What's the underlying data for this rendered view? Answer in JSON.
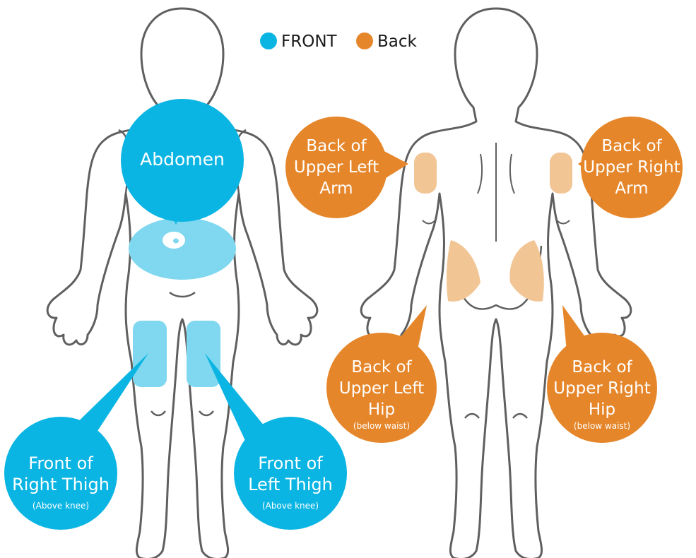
{
  "legend": [
    {
      "label": "FRONT",
      "color": "#0bb5e3"
    },
    {
      "label": "Back",
      "color": "#e6862a"
    }
  ],
  "colors": {
    "front_zone": "#7fd8f0",
    "back_zone": "#f2c595",
    "body_outline": "#5f5f5f"
  },
  "front_sites": [
    {
      "id": "abdomen",
      "lines": [
        "Abdomen"
      ],
      "note": ""
    },
    {
      "id": "right-thigh",
      "lines": [
        "Front of",
        "Right Thigh"
      ],
      "note": "(Above knee)"
    },
    {
      "id": "left-thigh",
      "lines": [
        "Front of",
        "Left Thigh"
      ],
      "note": "(Above knee)"
    }
  ],
  "back_sites": [
    {
      "id": "upper-left-arm",
      "lines": [
        "Back of",
        "Upper Left",
        "Arm"
      ],
      "note": ""
    },
    {
      "id": "upper-right-arm",
      "lines": [
        "Back of",
        "Upper Right",
        "Arm"
      ],
      "note": ""
    },
    {
      "id": "upper-left-hip",
      "lines": [
        "Back of",
        "Upper Left",
        "Hip"
      ],
      "note": "(below waist)"
    },
    {
      "id": "upper-right-hip",
      "lines": [
        "Back of",
        "Upper Right",
        "Hip"
      ],
      "note": "(below waist)"
    }
  ]
}
